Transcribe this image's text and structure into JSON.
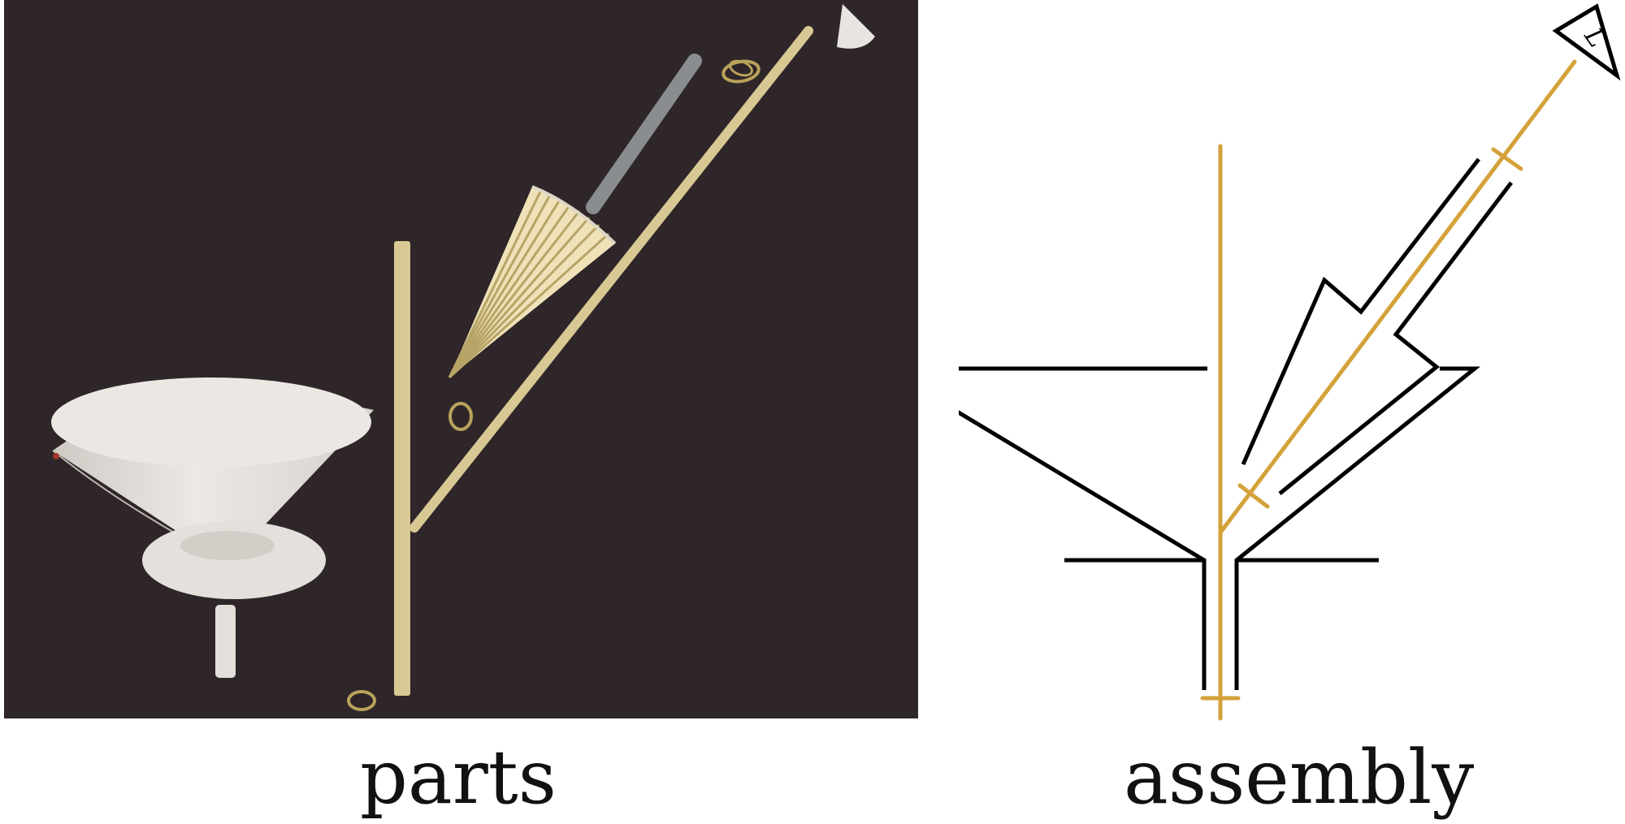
{
  "captions": {
    "left": "parts",
    "right": "assembly"
  },
  "diagram": {
    "tip_label": "L"
  },
  "colors": {
    "photo_background": "#2e2628",
    "paper_white": "#e9e5e1",
    "dowel_tan": "#d8c894",
    "shaft_gray": "#8a8d90",
    "diagram_line": "#000000",
    "diagram_accent": "#d4a23a"
  }
}
